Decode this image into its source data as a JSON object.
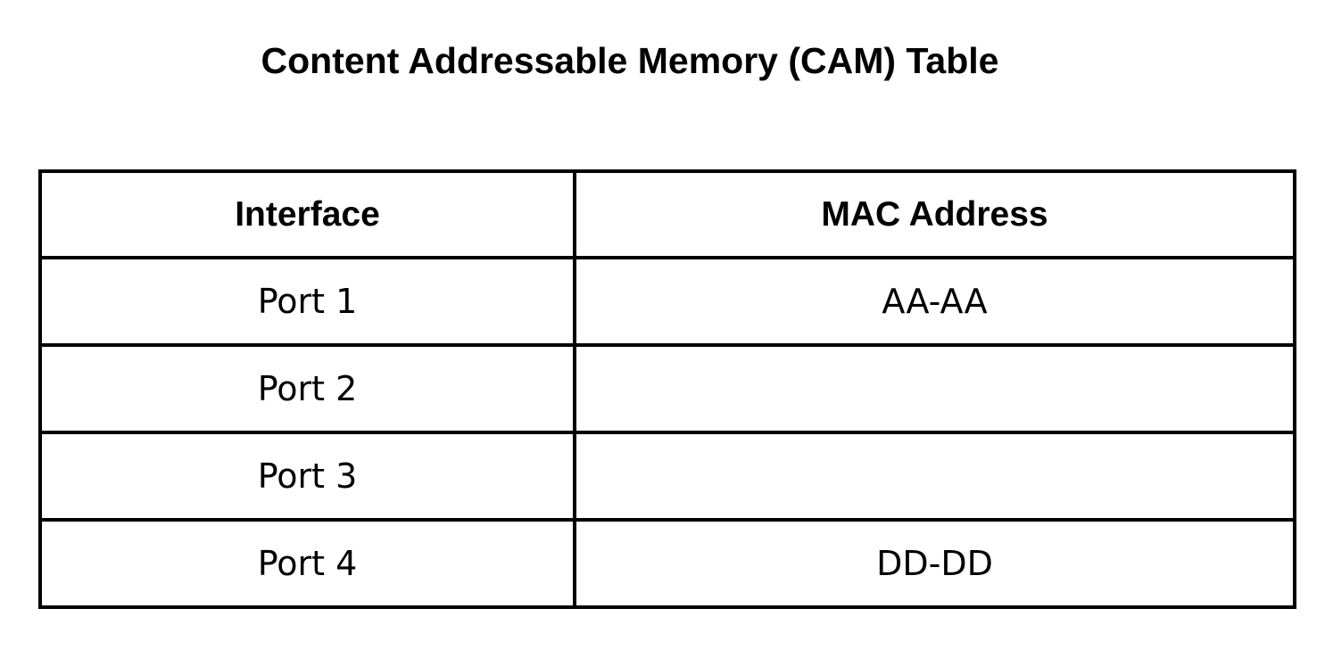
{
  "page": {
    "title": "Content Addressable Memory (CAM) Table",
    "background_color": "#ffffff",
    "text_color": "#000000",
    "border_color": "#000000"
  },
  "table": {
    "columns": [
      {
        "key": "interface",
        "label": "Interface"
      },
      {
        "key": "mac_address",
        "label": "MAC Address"
      }
    ],
    "rows": [
      {
        "interface": "Port 1",
        "mac_address": "AA-AA"
      },
      {
        "interface": "Port 2",
        "mac_address": ""
      },
      {
        "interface": "Port 3",
        "mac_address": ""
      },
      {
        "interface": "Port 4",
        "mac_address": "DD-DD"
      }
    ]
  }
}
